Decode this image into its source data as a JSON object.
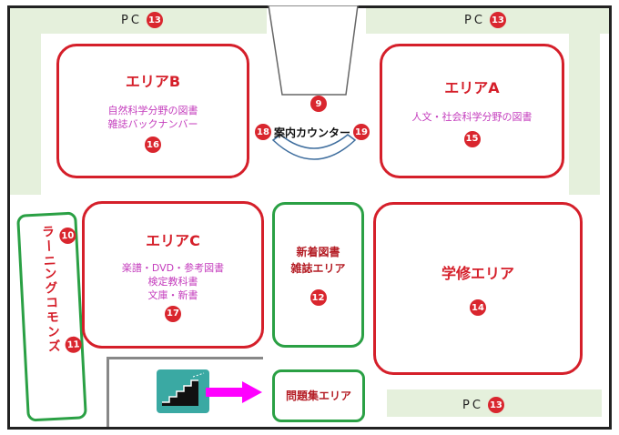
{
  "pc": {
    "left": {
      "label": "PC",
      "num": "13"
    },
    "right": {
      "label": "PC",
      "num": "13"
    },
    "bottom": {
      "label": "PC",
      "num": "13"
    }
  },
  "counter": {
    "label": "案内カウンター",
    "num_top": "9",
    "num_left": "18",
    "num_right": "19"
  },
  "area_b": {
    "title": "エリアB",
    "desc1": "自然科学分野の図書",
    "desc2": "雑誌バックナンバー",
    "num": "16"
  },
  "area_a": {
    "title": "エリアA",
    "desc1": "人文・社会科学分野の図書",
    "num": "15"
  },
  "area_c": {
    "title": "エリアC",
    "desc1": "楽譜・DVD・参考図書",
    "desc2": "検定教科書",
    "desc3": "文庫・新書",
    "num": "17"
  },
  "new_books": {
    "line1": "新着図書",
    "line2": "雑誌エリア",
    "num": "12"
  },
  "study": {
    "title": "学修エリア",
    "num": "14"
  },
  "commons": {
    "part1": "ラーニ",
    "part2": "ングコモン",
    "part3": "ズ",
    "num1": "10",
    "num2": "11"
  },
  "problems": {
    "label": "問題集エリア"
  },
  "colors": {
    "red": "#d51f2a",
    "green": "#2aa044",
    "badge": "#d9262e",
    "magenta": "#ff00ff",
    "pc_band": "#e5f0dc",
    "stairs": "#3aa9a3"
  },
  "icons": {
    "stairs": "stairs-icon",
    "arrow": "arrow-right-icon"
  }
}
